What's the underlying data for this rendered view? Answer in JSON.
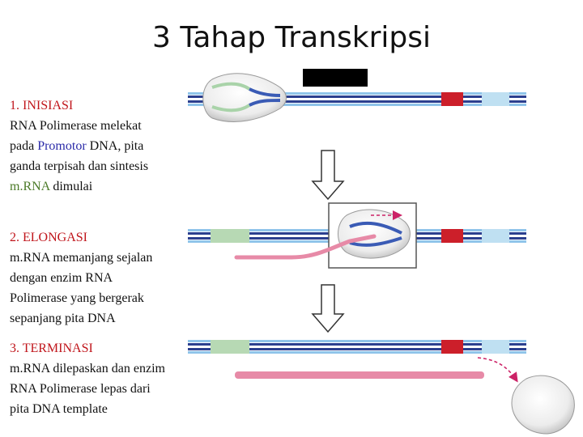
{
  "slide": {
    "title": "3 Tahap Transkripsi"
  },
  "steps": [
    {
      "header": "1. INISIASI",
      "line1": "RNA Polimerase melekat",
      "line2_pre": "pada ",
      "line2_term": "Promotor",
      "line2_post": " DNA, pita",
      "line3": "ganda terpisah dan sintesis",
      "line4_term": "m.RNA",
      "line4_post": " dimulai"
    },
    {
      "header": "2. ELONGASI",
      "line1": "m.RNA memanjang sejalan",
      "line2": "dengan enzim RNA",
      "line3": "Polimerase yang bergerak",
      "line4": "sepanjang pita DNA"
    },
    {
      "header": "3. TERMINASI",
      "line1": "m.RNA dilepaskan dan enzim",
      "line2": "RNA Polimerase lepas dari",
      "line3": "pita DNA template"
    }
  ],
  "colors": {
    "dna_dark": "#2b3f8f",
    "dna_light": "#7fb4e0",
    "promoter": "#b7d9b4",
    "terminator": "#cc1f2a",
    "mrna": "#e78aa7",
    "arrow_dashed": "#cc2266"
  }
}
